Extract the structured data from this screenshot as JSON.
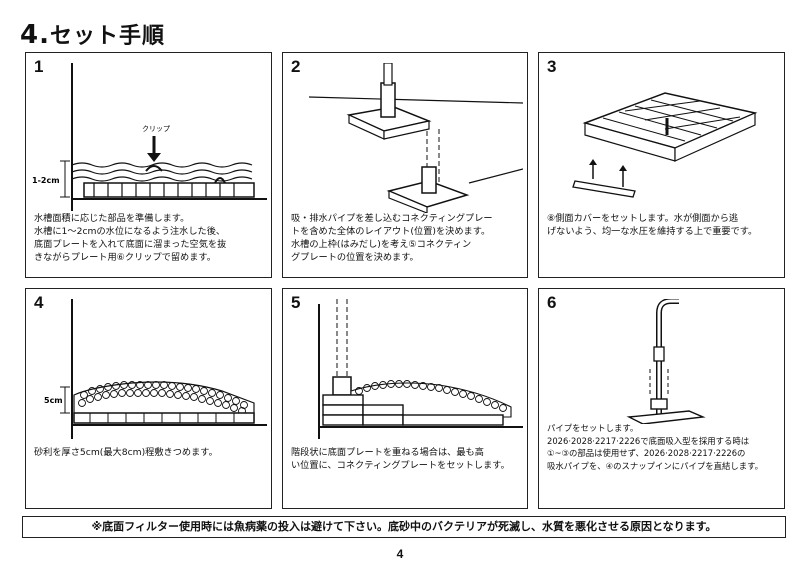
{
  "section_title": {
    "number": "4.",
    "text": "セット手順"
  },
  "steps": [
    {
      "number": "1",
      "text": "水槽面積に応じた部品を準備します。\n水槽に1～2cmの水位になるよう注水した後、\n底面プレートを入れて底面に溜まった空気を抜\nきながらプレート用⑥クリップで留めます。",
      "labels": {
        "clip": "クリップ",
        "level": "1-2cm"
      }
    },
    {
      "number": "2",
      "text": "吸・排水パイプを差し込むコネクティングプレー\nトを含めた全体のレイアウト(位置)を決めます。\n水槽の上枠(はみだし)を考え⑤コネクティン\nグプレートの位置を決めます。"
    },
    {
      "number": "3",
      "text": "⑧側面カバーをセットします。水が側面から逃\nげないよう、均一な水圧を維持する上で重要です。"
    },
    {
      "number": "4",
      "text": "砂利を厚さ5cm(最大8cm)程敷きつめます。",
      "labels": {
        "depth": "5cm"
      }
    },
    {
      "number": "5",
      "text": "階段状に底面プレートを重ねる場合は、最も高\nい位置に、コネクティングプレートをセットします。"
    },
    {
      "number": "6",
      "text": "パイプをセットします。\n2026·2028·2217·2226で底面吸入型を採用する時は\n①~③の部品は使用せず、2026·2028·2217·2226の\n吸水パイプを、④のスナップインにパイプを直結します。"
    }
  ],
  "notice": "※底面フィルター使用時には魚病薬の投入は避けて下さい。底砂中のバクテリアが死滅し、水質を悪化させる原因となります。",
  "page_number": "4"
}
